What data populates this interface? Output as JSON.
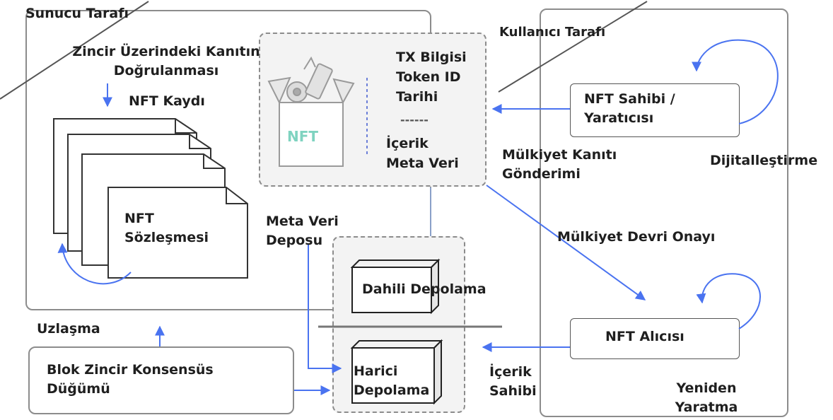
{
  "server_side": {
    "title": "Sunucu Tarafı",
    "onchain_verification": "Zincir Üzerindeki Kanıtın Doğrulanması",
    "nft_record": "NFT Kaydı",
    "nft_contract": "NFT Sözleşmesi"
  },
  "client_side": {
    "title": "Kullanıcı Tarafı",
    "owner_creator": "NFT Sahibi / Yaratıcısı",
    "digitalization": "Dijitalleştirme",
    "buyer": "NFT Alıcısı",
    "recreation": "Yeniden Yaratma"
  },
  "metadata_panel": {
    "nft_icon_text": "NFT",
    "tx_info": "TX Bilgisi",
    "token_id": "Token ID",
    "date": "Tarihi",
    "separator": "------",
    "content": "İçerik",
    "meta_data": "Meta Veri"
  },
  "storage": {
    "metadata_repo": "Meta Veri Deposu",
    "internal": "Dahili Depolama",
    "external": "Harici Depolama"
  },
  "flows": {
    "ownership_proof": "Mülkiyet Kanıtı Gönderimi",
    "transfer_approval": "Mülkiyet Devri Onayı",
    "content_owner": "İçerik Sahibi",
    "consensus": "Uzlaşma"
  },
  "blockchain": {
    "node": "Blok Zincir Konsensüs Düğümü"
  },
  "colors": {
    "arrow": "#4a73f0",
    "border": "#8c8c8c",
    "nft_green": "#7fd3c0"
  }
}
